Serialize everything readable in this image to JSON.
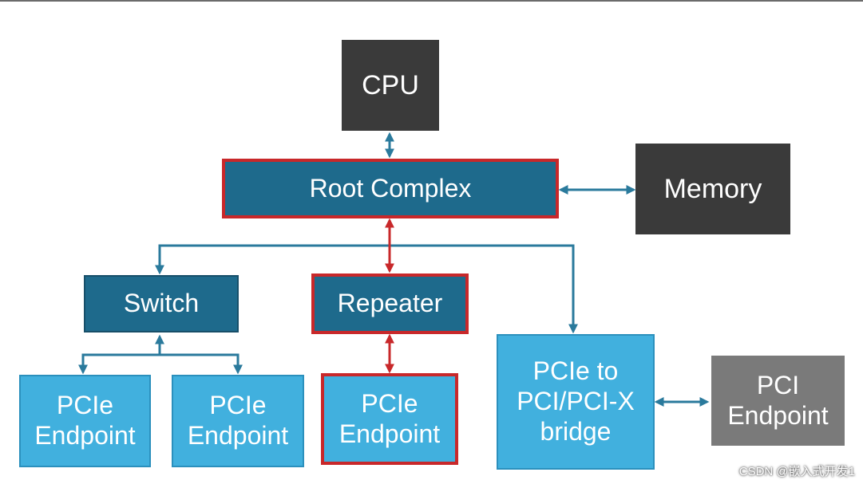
{
  "diagram": {
    "nodes": {
      "cpu": "CPU",
      "root_complex": "Root Complex",
      "memory": "Memory",
      "switch": "Switch",
      "repeater": "Repeater",
      "pcie_endpoint_1": "PCIe\nEndpoint",
      "pcie_endpoint_2": "PCIe\nEndpoint",
      "pcie_endpoint_3": "PCIe\nEndpoint",
      "bridge": "PCIe to\nPCI/PCI-X\nbridge",
      "pci_endpoint": "PCI\nEndpoint"
    },
    "edges": [
      {
        "from": "CPU",
        "to": "Root Complex",
        "direction": "bidirectional"
      },
      {
        "from": "Root Complex",
        "to": "Memory",
        "direction": "bidirectional"
      },
      {
        "from": "Root Complex",
        "to": "Repeater",
        "direction": "bidirectional"
      },
      {
        "from": "Root Complex",
        "to": "Switch",
        "direction": "one-way"
      },
      {
        "from": "Root Complex",
        "to": "PCIe to PCI/PCI-X bridge",
        "direction": "one-way"
      },
      {
        "from": "Switch",
        "to": "PCIe Endpoint",
        "direction": "bidirectional"
      },
      {
        "from": "Switch",
        "to": "PCIe Endpoint",
        "direction": "bidirectional"
      },
      {
        "from": "Repeater",
        "to": "PCIe Endpoint",
        "direction": "bidirectional"
      },
      {
        "from": "PCIe to PCI/PCI-X bridge",
        "to": "PCI Endpoint",
        "direction": "bidirectional"
      }
    ],
    "colors": {
      "dark_box": "#3a3a3a",
      "grey_box": "#7a7a7a",
      "teal_box": "#1e6a8c",
      "light_box": "#41b0de",
      "highlight_border": "#c8282a",
      "connector": "#2a7a9c",
      "highlight_connector": "#c8282a"
    }
  },
  "watermark": "CSDN @嵌入式开发1"
}
